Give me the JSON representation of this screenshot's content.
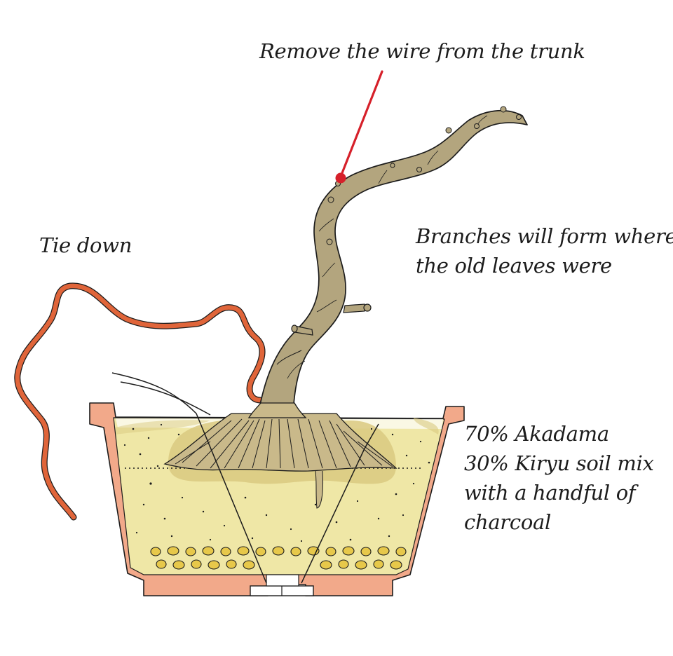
{
  "labels": {
    "wire": "Remove the wire from the trunk",
    "tie_down": "Tie down",
    "branches": [
      "Branches will form where",
      "the old leaves were"
    ],
    "soil": [
      "70% Akadama",
      "30% Kiryu soil mix",
      "with a handful of",
      "charcoal"
    ]
  },
  "colors": {
    "pointer": "#d6202a",
    "tie_wire": "#e0653a",
    "pot": "#f2a98a",
    "soil": "#efe7a6",
    "soil_dark": "#d9c980",
    "trunk": "#b3a57e",
    "roots": "#c9b98a",
    "charcoal": "#e7c84a",
    "outline": "#1c1c1c"
  }
}
